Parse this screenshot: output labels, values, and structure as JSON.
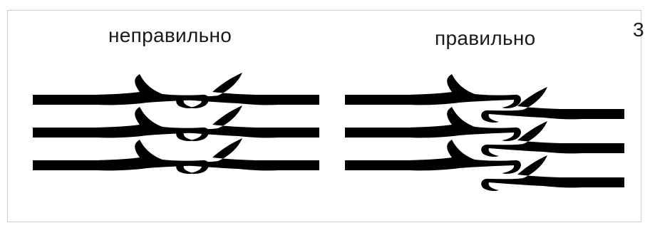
{
  "figure": {
    "number": "3",
    "panel_wrong": {
      "title": "неправильно"
    },
    "panel_right": {
      "title": "правильно"
    }
  },
  "colors": {
    "ink": "#000000",
    "frame": "#cfcfcf",
    "background": "#ffffff"
  }
}
